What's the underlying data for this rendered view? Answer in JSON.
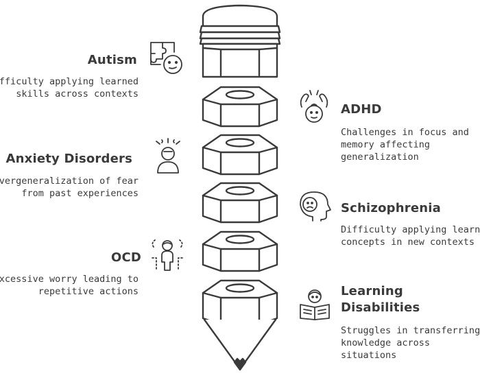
{
  "items": [
    {
      "title": "Autism",
      "desc": [
        "Difficulty applying learned",
        "skills across contexts"
      ],
      "side": "left",
      "icon": "puzzle-face-icon"
    },
    {
      "title": "ADHD",
      "desc": [
        "Challenges in focus and",
        "memory affecting",
        "generalization"
      ],
      "side": "right",
      "icon": "distracted-child-icon"
    },
    {
      "title": "Anxiety Disorders",
      "desc": [
        "Overgeneralization of fear",
        "from past experiences"
      ],
      "side": "left",
      "icon": "anxious-person-icon"
    },
    {
      "title": "Schizophrenia",
      "desc": [
        "Difficulty applying learned",
        "concepts in new contexts"
      ],
      "side": "right",
      "icon": "troubled-head-icon"
    },
    {
      "title": "OCD",
      "desc": [
        "Excessive worry leading to",
        "repetitive actions"
      ],
      "side": "left",
      "icon": "repetitive-person-icon"
    },
    {
      "title_lines": [
        "Learning",
        "Disabilities"
      ],
      "desc": [
        "Struggles in transferring",
        "knowledge across",
        "situations"
      ],
      "side": "right",
      "icon": "reading-person-icon"
    }
  ],
  "colors": {
    "stroke": "#3a3a3a",
    "fill": "#ffffff"
  }
}
